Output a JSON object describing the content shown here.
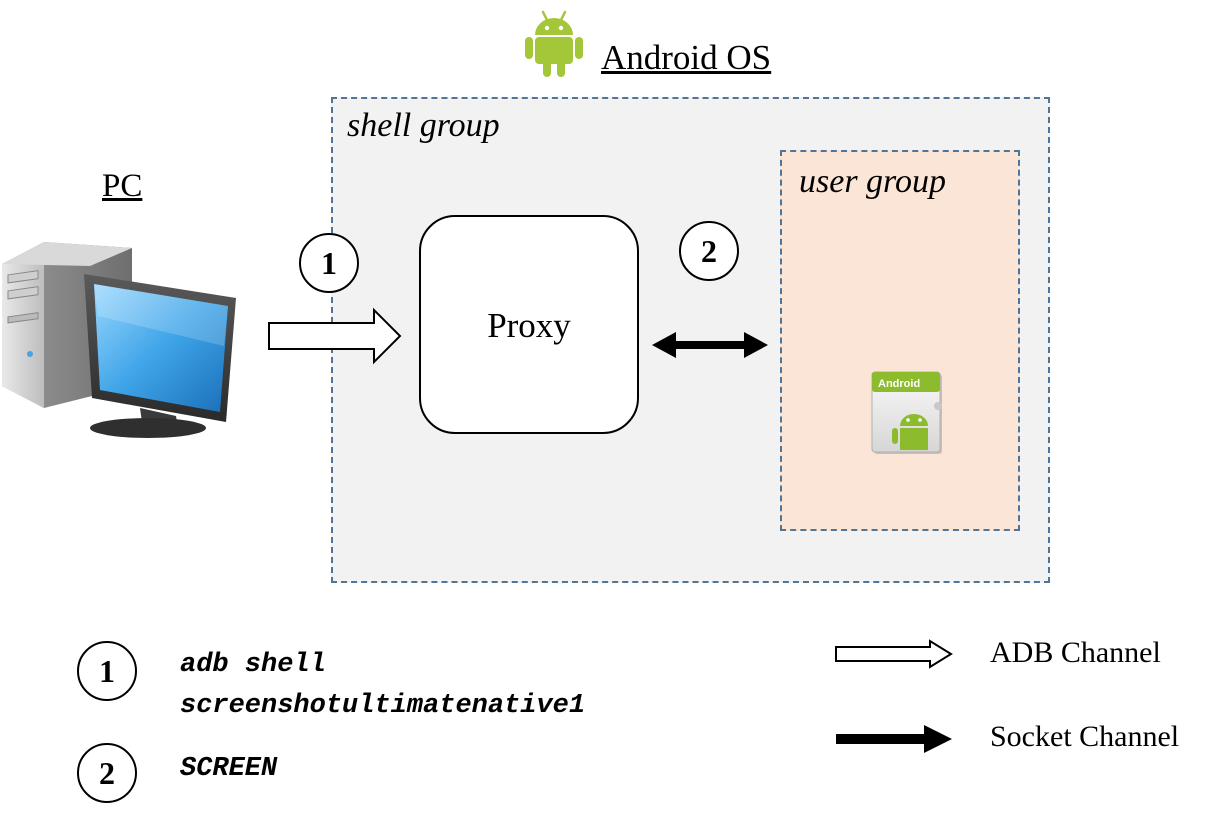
{
  "header": {
    "title": "Android OS",
    "icon": "android-robot-icon"
  },
  "pc": {
    "label": "PC",
    "icon": "desktop-computer-icon"
  },
  "groups": {
    "shell": {
      "label": "shell group",
      "fill": "#f2f2f2",
      "border": "#4f7699"
    },
    "user": {
      "label": "user group",
      "fill": "#fbe5d6",
      "border": "#4f7699",
      "icon": "android-app-icon",
      "icon_text": "Android"
    }
  },
  "proxy": {
    "label": "Proxy"
  },
  "steps": [
    {
      "number": "1",
      "command_line1": "adb shell",
      "command_line2": "screenshotultimatenative1"
    },
    {
      "number": "2",
      "command_line1": "SCREEN"
    }
  ],
  "legend": {
    "adb": {
      "label": "ADB Channel",
      "style": "hollow-arrow"
    },
    "socket": {
      "label": "Socket Channel",
      "style": "solid-arrow"
    }
  },
  "colors": {
    "android_green": "#a4c639",
    "group_border": "#4f7699"
  }
}
